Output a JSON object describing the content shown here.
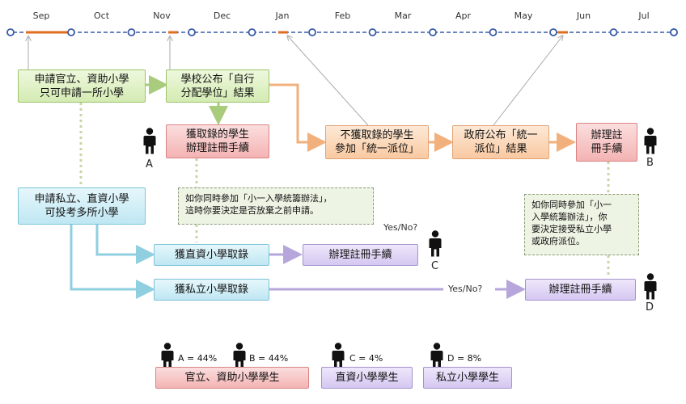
{
  "timeline": {
    "months": [
      "Sep",
      "Oct",
      "Nov",
      "Dec",
      "Jan",
      "Feb",
      "Mar",
      "Apr",
      "May",
      "Jun",
      "Jul"
    ]
  },
  "boxes": {
    "apply_public": "申請官立、資助小學\n只可申請一所小學",
    "apply_private": "申請私立、直資小學\n可投考多所小學",
    "school_announce": "學校公布「自行\n分配學位」結果",
    "admitted_register": "獲取錄的學生\n辦理註冊手續",
    "not_admitted": "不獲取錄的學生\n參加「統一派位」",
    "govt_announce": "政府公布「統一\n派位」結果",
    "register_b": "辦理註\n冊手續",
    "dss_admitted": "獲直資小學取錄",
    "dss_register": "辦理註冊手續",
    "private_admitted": "獲私立小學取錄",
    "private_register": "辦理註冊手續"
  },
  "notes": {
    "note_c": "如你同時參加「小一入學統籌辦法」，\n這時你要決定是否放棄之前申請。",
    "note_d": "如你同時參加「小一\n入學統籌辦法」，你\n要決定接受私立小學\n或政府派位。"
  },
  "decision_labels": {
    "yes_no_c": "Yes/No?",
    "yes_no_d": "Yes/No?"
  },
  "person_labels": {
    "a": "A",
    "b": "B",
    "c": "C",
    "d": "D"
  },
  "stats": {
    "a": "A = 44%",
    "b": "B = 44%",
    "c": "C = 4%",
    "d": "D = 8%"
  },
  "legend": {
    "public_aided": "官立、資助小學學生",
    "dss": "直資小學學生",
    "private": "私立小學學生"
  },
  "colors": {
    "timeline": "#3a5ca8",
    "timeline_mark": "#e06c1f",
    "green_box": "#d4ebb3",
    "blue_box": "#bfe7f3",
    "pink_box": "#f4b3b3",
    "orange_box": "#f9c9a1",
    "purple_box": "#d5c7f1",
    "note_bg": "#eef4e4"
  },
  "icons": {
    "person": "person-icon",
    "arrow": "arrow-icon"
  }
}
